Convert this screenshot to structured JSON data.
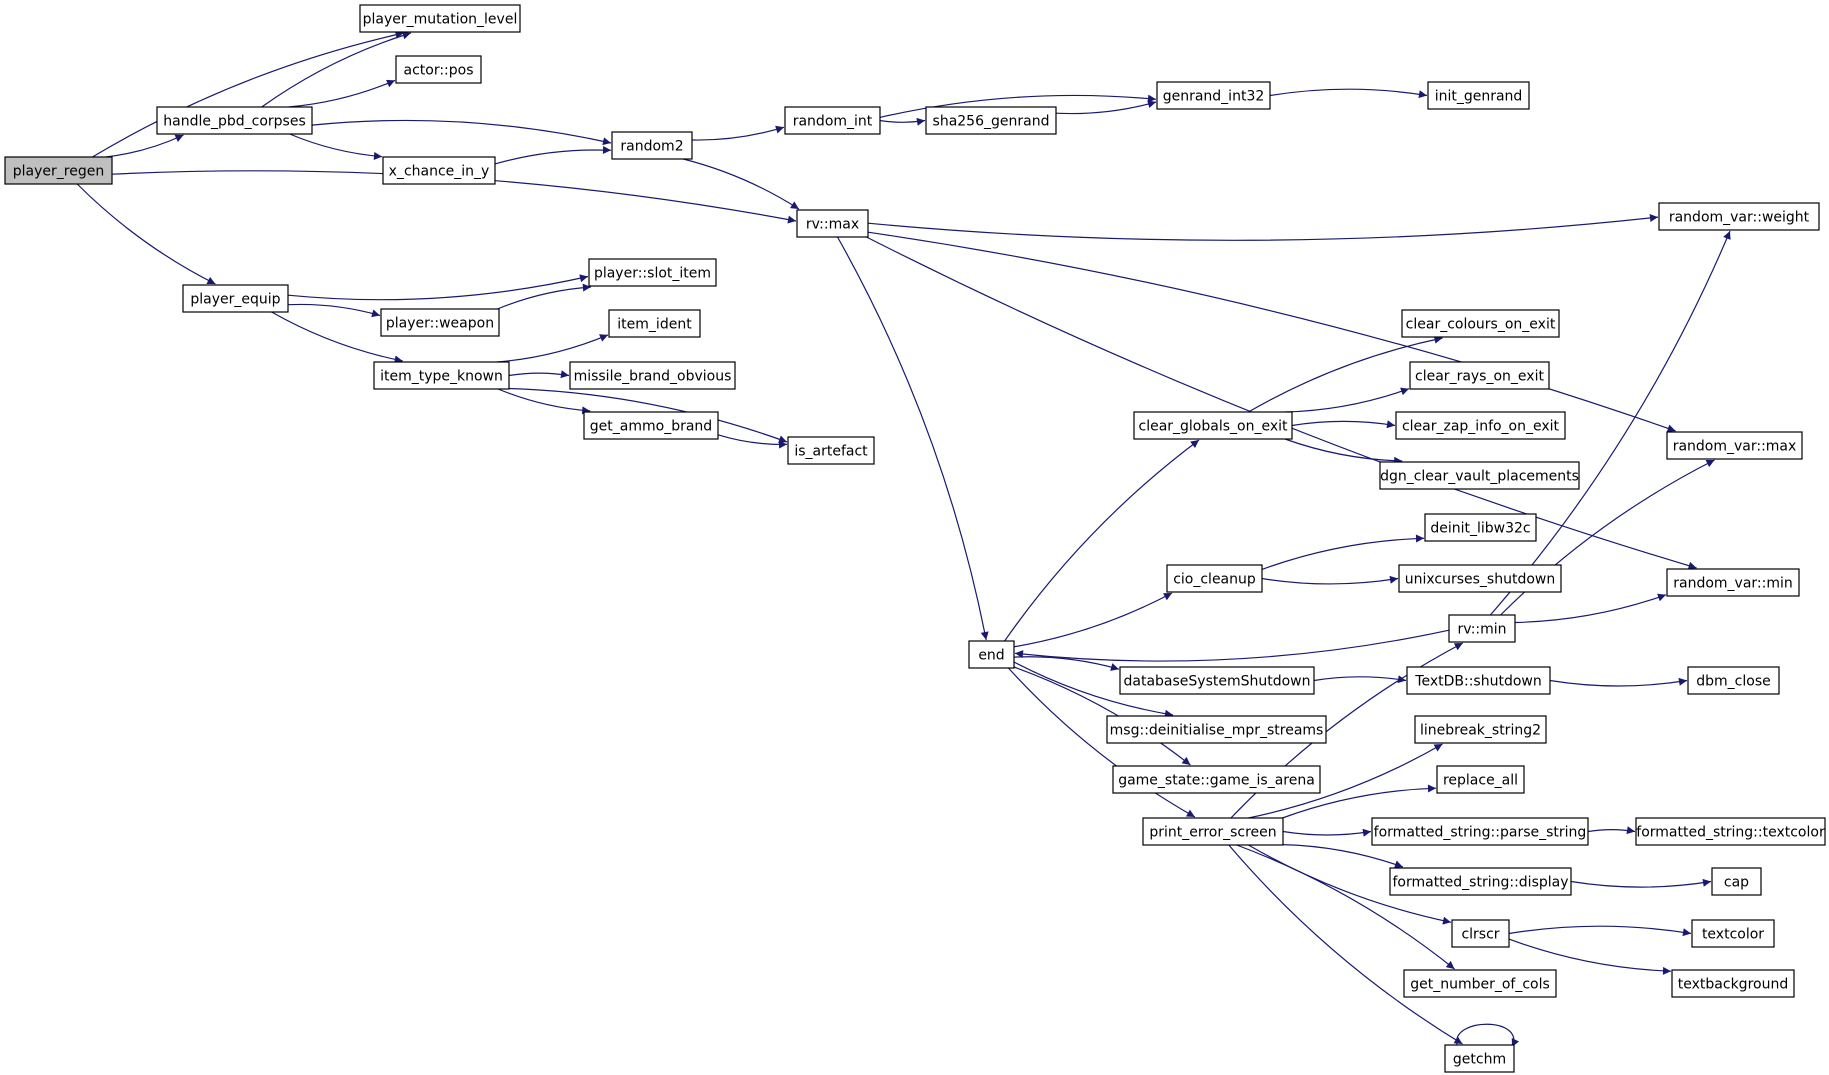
{
  "colors": {
    "edge": "#191970",
    "root_fill": "#bfbfbf",
    "node_fill": "#ffffff",
    "node_stroke": "#000000"
  },
  "nodes": [
    {
      "id": "player_regen",
      "label": "player_regen",
      "root": true
    },
    {
      "id": "player_mutation_level",
      "label": "player_mutation_level"
    },
    {
      "id": "handle_pbd_corpses",
      "label": "handle_pbd_corpses"
    },
    {
      "id": "actor_pos",
      "label": "actor::pos"
    },
    {
      "id": "x_chance_in_y",
      "label": "x_chance_in_y"
    },
    {
      "id": "random2",
      "label": "random2"
    },
    {
      "id": "random_int",
      "label": "random_int"
    },
    {
      "id": "sha256_genrand",
      "label": "sha256_genrand"
    },
    {
      "id": "genrand_int32",
      "label": "genrand_int32"
    },
    {
      "id": "init_genrand",
      "label": "init_genrand"
    },
    {
      "id": "rv_max",
      "label": "rv::max"
    },
    {
      "id": "random_var_weight",
      "label": "random_var::weight"
    },
    {
      "id": "random_var_max",
      "label": "random_var::max"
    },
    {
      "id": "random_var_min",
      "label": "random_var::min"
    },
    {
      "id": "player_equip",
      "label": "player_equip"
    },
    {
      "id": "player_slot_item",
      "label": "player::slot_item"
    },
    {
      "id": "player_weapon",
      "label": "player::weapon"
    },
    {
      "id": "item_type_known",
      "label": "item_type_known"
    },
    {
      "id": "item_ident",
      "label": "item_ident"
    },
    {
      "id": "missile_brand_obvious",
      "label": "missile_brand_obvious"
    },
    {
      "id": "get_ammo_brand",
      "label": "get_ammo_brand"
    },
    {
      "id": "is_artefact",
      "label": "is_artefact"
    },
    {
      "id": "end",
      "label": "end"
    },
    {
      "id": "clear_globals_on_exit",
      "label": "clear_globals_on_exit"
    },
    {
      "id": "clear_colours_on_exit",
      "label": "clear_colours_on_exit"
    },
    {
      "id": "clear_rays_on_exit",
      "label": "clear_rays_on_exit"
    },
    {
      "id": "clear_zap_info_on_exit",
      "label": "clear_zap_info_on_exit"
    },
    {
      "id": "dgn_clear_vault_placements",
      "label": "dgn_clear_vault_placements"
    },
    {
      "id": "cio_cleanup",
      "label": "cio_cleanup"
    },
    {
      "id": "deinit_libw32c",
      "label": "deinit_libw32c"
    },
    {
      "id": "unixcurses_shutdown",
      "label": "unixcurses_shutdown"
    },
    {
      "id": "rv_min",
      "label": "rv::min"
    },
    {
      "id": "databaseSystemShutdown",
      "label": "databaseSystemShutdown"
    },
    {
      "id": "textdb_shutdown",
      "label": "TextDB::shutdown"
    },
    {
      "id": "dbm_close",
      "label": "dbm_close"
    },
    {
      "id": "msg_deinit",
      "label": "msg::deinitialise_mpr_streams"
    },
    {
      "id": "game_is_arena",
      "label": "game_state::game_is_arena"
    },
    {
      "id": "print_error_screen",
      "label": "print_error_screen"
    },
    {
      "id": "linebreak_string2",
      "label": "linebreak_string2"
    },
    {
      "id": "replace_all",
      "label": "replace_all"
    },
    {
      "id": "fs_parse_string",
      "label": "formatted_string::parse_string"
    },
    {
      "id": "fs_textcolor",
      "label": "formatted_string::textcolor"
    },
    {
      "id": "fs_display",
      "label": "formatted_string::display"
    },
    {
      "id": "cap",
      "label": "cap"
    },
    {
      "id": "clrscr",
      "label": "clrscr"
    },
    {
      "id": "textcolor",
      "label": "textcolor"
    },
    {
      "id": "textbackground",
      "label": "textbackground"
    },
    {
      "id": "get_number_of_cols",
      "label": "get_number_of_cols"
    },
    {
      "id": "getchm",
      "label": "getchm"
    }
  ],
  "edges": [
    [
      "player_regen",
      "player_mutation_level"
    ],
    [
      "player_regen",
      "handle_pbd_corpses"
    ],
    [
      "player_regen",
      "rv_max"
    ],
    [
      "player_regen",
      "player_equip"
    ],
    [
      "handle_pbd_corpses",
      "player_mutation_level"
    ],
    [
      "handle_pbd_corpses",
      "actor_pos"
    ],
    [
      "handle_pbd_corpses",
      "random2"
    ],
    [
      "handle_pbd_corpses",
      "x_chance_in_y"
    ],
    [
      "x_chance_in_y",
      "random2"
    ],
    [
      "random2",
      "random_int"
    ],
    [
      "random2",
      "rv_max"
    ],
    [
      "random_int",
      "sha256_genrand"
    ],
    [
      "random_int",
      "genrand_int32"
    ],
    [
      "sha256_genrand",
      "genrand_int32"
    ],
    [
      "genrand_int32",
      "init_genrand"
    ],
    [
      "rv_max",
      "random_var_weight"
    ],
    [
      "rv_max",
      "random_var_max"
    ],
    [
      "rv_max",
      "random_var_min"
    ],
    [
      "rv_max",
      "end"
    ],
    [
      "player_equip",
      "player_slot_item"
    ],
    [
      "player_equip",
      "player_weapon"
    ],
    [
      "player_equip",
      "item_type_known"
    ],
    [
      "player_weapon",
      "player_slot_item"
    ],
    [
      "item_type_known",
      "item_ident"
    ],
    [
      "item_type_known",
      "missile_brand_obvious"
    ],
    [
      "item_type_known",
      "get_ammo_brand"
    ],
    [
      "item_type_known",
      "is_artefact"
    ],
    [
      "get_ammo_brand",
      "is_artefact"
    ],
    [
      "end",
      "clear_globals_on_exit"
    ],
    [
      "end",
      "cio_cleanup"
    ],
    [
      "end",
      "databaseSystemShutdown"
    ],
    [
      "end",
      "msg_deinit"
    ],
    [
      "end",
      "game_is_arena"
    ],
    [
      "end",
      "print_error_screen"
    ],
    [
      "clear_globals_on_exit",
      "clear_colours_on_exit"
    ],
    [
      "clear_globals_on_exit",
      "clear_rays_on_exit"
    ],
    [
      "clear_globals_on_exit",
      "clear_zap_info_on_exit"
    ],
    [
      "clear_globals_on_exit",
      "dgn_clear_vault_placements"
    ],
    [
      "cio_cleanup",
      "deinit_libw32c"
    ],
    [
      "cio_cleanup",
      "unixcurses_shutdown"
    ],
    [
      "rv_min",
      "end"
    ],
    [
      "rv_min",
      "random_var_weight"
    ],
    [
      "rv_min",
      "random_var_max"
    ],
    [
      "rv_min",
      "random_var_min"
    ],
    [
      "databaseSystemShutdown",
      "textdb_shutdown"
    ],
    [
      "textdb_shutdown",
      "dbm_close"
    ],
    [
      "print_error_screen",
      "rv_min"
    ],
    [
      "print_error_screen",
      "linebreak_string2"
    ],
    [
      "print_error_screen",
      "replace_all"
    ],
    [
      "print_error_screen",
      "fs_parse_string"
    ],
    [
      "print_error_screen",
      "fs_display"
    ],
    [
      "print_error_screen",
      "clrscr"
    ],
    [
      "print_error_screen",
      "get_number_of_cols"
    ],
    [
      "print_error_screen",
      "getchm"
    ],
    [
      "fs_parse_string",
      "fs_textcolor"
    ],
    [
      "fs_display",
      "cap"
    ],
    [
      "clrscr",
      "textcolor"
    ],
    [
      "clrscr",
      "textbackground"
    ],
    [
      "getchm",
      "getchm"
    ]
  ]
}
